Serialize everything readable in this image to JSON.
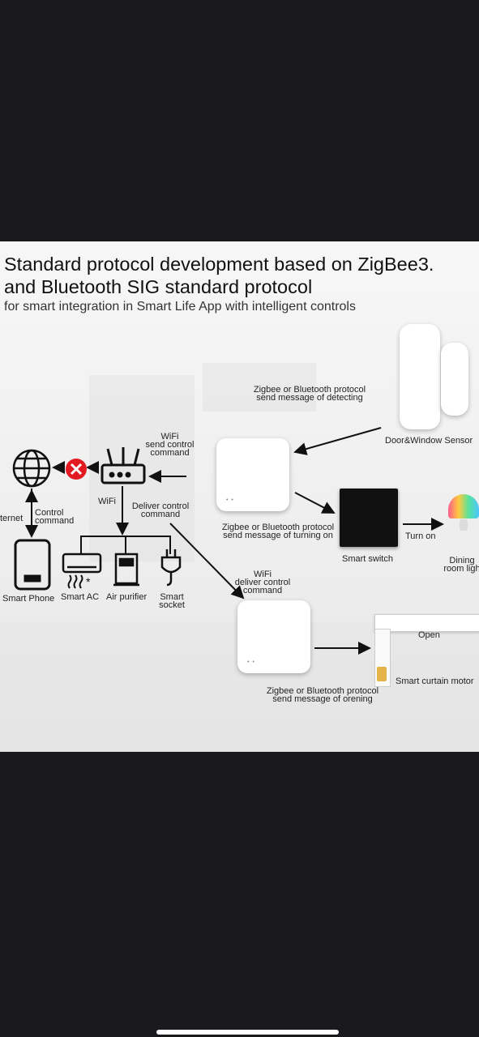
{
  "header": {
    "title_line1": "Standard protocol development based on ZigBee3.",
    "title_line2": "and Bluetooth SIG standard protocol",
    "subtitle": "for smart integration in Smart Life App with intelligent controls"
  },
  "labels": {
    "wifi_send_1": "WiFi",
    "wifi_send_2": "send control",
    "wifi_send_3": "command",
    "wifi_router": "WiFi",
    "internet": "ternet",
    "control_1": "Control",
    "control_2": "command",
    "deliver_1": "Deliver control",
    "deliver_2": "command",
    "smart_phone": "Smart Phone",
    "smart_ac": "Smart AC",
    "air_purifier": "Air purifier",
    "smart_socket_1": "Smart",
    "smart_socket_2": "socket",
    "detect_1": "Zigbee or Bluetooth protocol",
    "detect_2": "send message of detecting",
    "door_sensor": "Door&Window Sensor",
    "turning_1": "Zigbee or Bluetooth protocol",
    "turning_2": "send message of turning on",
    "smart_switch": "Smart switch",
    "turn_on": "Turn on",
    "dining_1": "Dining",
    "dining_2": "room ligh",
    "wifi_deliver_1": "WiFi",
    "wifi_deliver_2": "deliver control",
    "wifi_deliver_3": "command",
    "open": "Open",
    "curtain_motor": "Smart curtain motor",
    "opening_1": "Zigbee or Bluetooth protocol",
    "opening_2": "send message of orening"
  },
  "icons": [
    "globe-icon",
    "blocked-icon",
    "router-icon",
    "phone-icon",
    "air-conditioner-icon",
    "air-purifier-icon",
    "socket-icon"
  ],
  "colors": {
    "blocked": "#e21b23",
    "switch_ring": "#2aa4e0"
  }
}
